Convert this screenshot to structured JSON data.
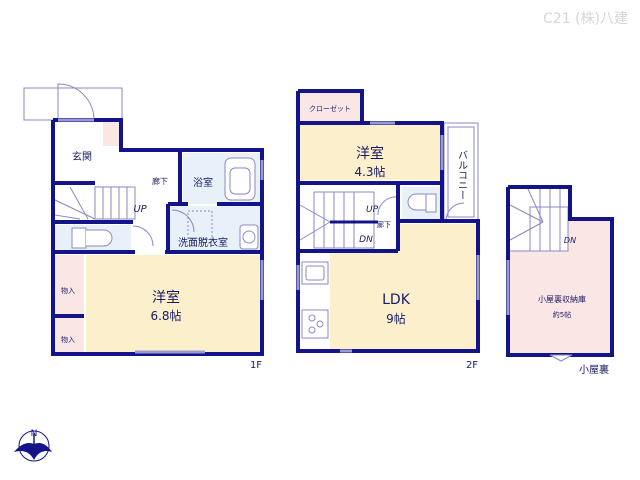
{
  "watermark": "C21 (株)八建",
  "colors": {
    "wall": "#14148a",
    "thin": "#6b6bb0",
    "wood": "#fbefcc",
    "pink": "#fbe6e6",
    "wet": "#e8f1fa",
    "white": "#ffffff"
  },
  "floor1": {
    "label": "1F",
    "rooms": {
      "entrance": "玄関",
      "hallway": "廊下",
      "bath": "浴室",
      "washroom": "洗面脱衣室",
      "western_room": "洋室",
      "western_room_size": "6.8帖",
      "storage1": "物入",
      "storage2": "物入"
    },
    "stair_label": "UP"
  },
  "floor2": {
    "label": "2F",
    "rooms": {
      "closet": "クローゼット",
      "western_room": "洋室",
      "western_room_size": "4.3帖",
      "balcony": "バルコニー",
      "hallway": "廊下",
      "ldk": "LDK",
      "ldk_size": "9帖"
    },
    "stair_up": "UP",
    "stair_down": "DN"
  },
  "attic": {
    "label": "小屋裏",
    "room": "小屋裏収納庫",
    "size": "約5帖",
    "stair_down": "DN"
  },
  "compass": {
    "north": "N"
  }
}
